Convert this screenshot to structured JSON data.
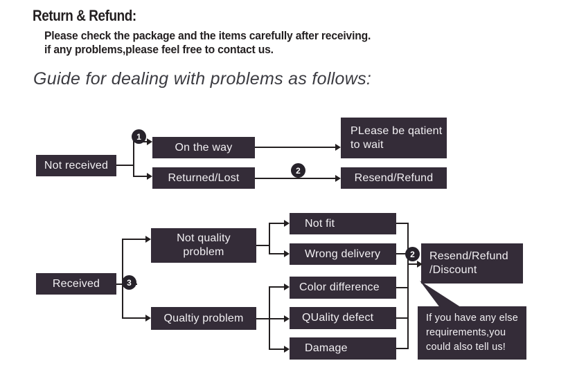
{
  "header": {
    "title": "Return & Refund:",
    "line1": "Please check the package and the items carefully after receiving.",
    "line2": "if any problems,please feel free to contact us.",
    "guide": "Guide for dealing with problems as follows:"
  },
  "colors": {
    "box_fill": "#342c38",
    "box_text": "#f2f0f3",
    "line": "#231f20",
    "badge_fill": "#26222a",
    "page_background": "#ffffff",
    "guide_text": "#3b3b41"
  },
  "flow_not_received": {
    "start": "Not received",
    "badge_1": "1",
    "badge_2": "2",
    "branch_top": "On the way",
    "branch_bottom": "Returned/Lost",
    "result_top": "PLease be qatient to wait",
    "result_top_lines": [
      "PLease be qatient",
      "to wait"
    ],
    "result_bottom": "Resend/Refund"
  },
  "flow_received": {
    "start": "Received",
    "badge_3": "3",
    "badge_2": "2",
    "branch_top": "Not quality problem",
    "branch_top_lines": [
      "Not quality",
      "problem"
    ],
    "branch_bottom": "Qualtiy problem",
    "reasons": [
      "Not fit",
      "Wrong delivery",
      "Color difference",
      "QUality defect",
      "Damage"
    ],
    "result": "Resend/Refund /Discount",
    "result_lines": [
      "Resend/Refund",
      "/Discount"
    ],
    "note": "If you have any else requirements,you could also tell us!",
    "note_lines": [
      "If you have any else",
      "requirements,you",
      "could also tell us!"
    ]
  }
}
